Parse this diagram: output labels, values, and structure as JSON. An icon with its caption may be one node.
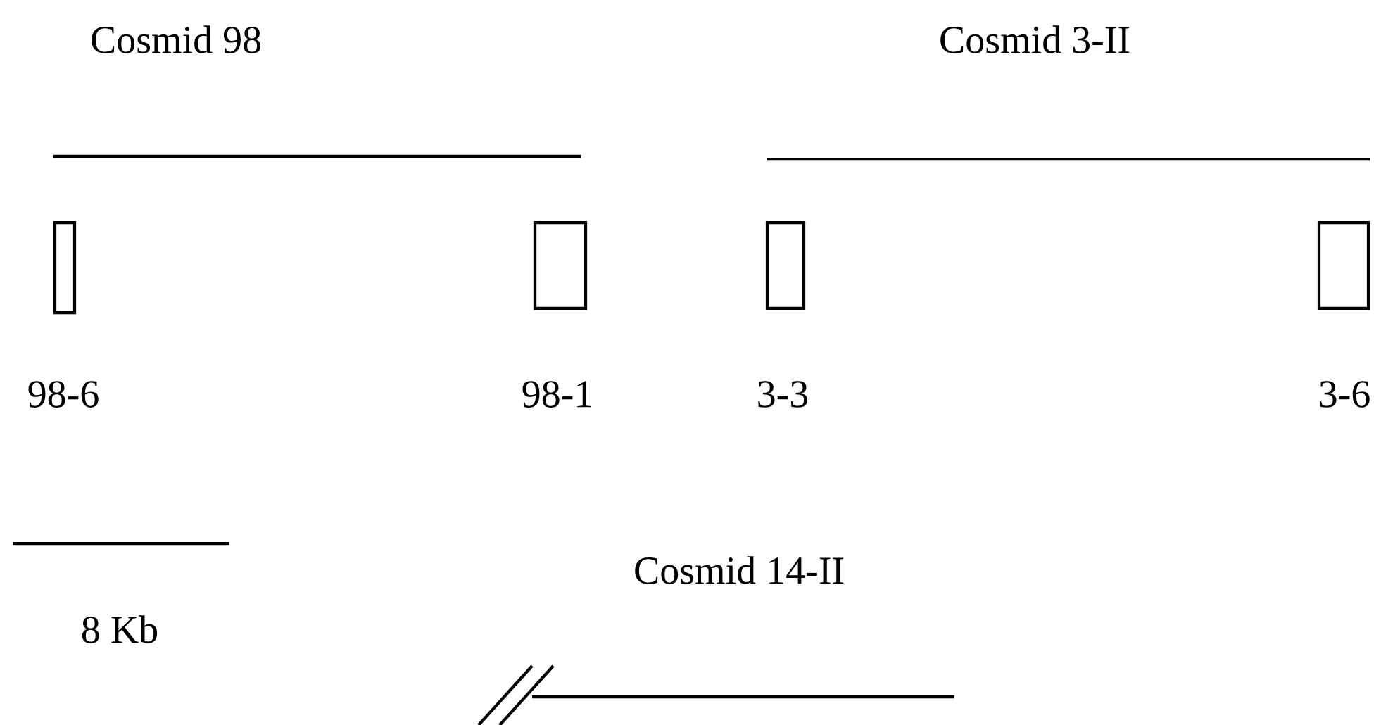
{
  "diagram": {
    "nodes": [
      {
        "text": [
          "98-6"
        ]
      },
      {
        "text": [
          "98-1"
        ]
      },
      {
        "text": [
          "3-3"
        ]
      },
      {
        "text": [
          "3-6"
        ]
      }
    ],
    "labels": [
      "Cosmid 98",
      "Cosmid 3-II",
      "8 Kb",
      "Cosmid 14-II"
    ]
  }
}
